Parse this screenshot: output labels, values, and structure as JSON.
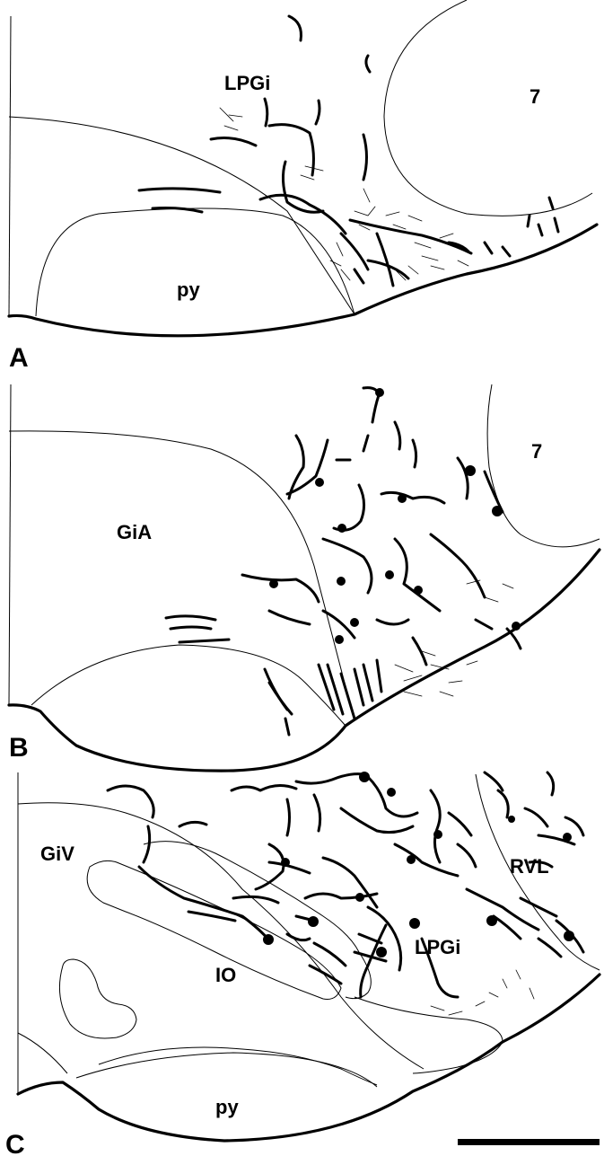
{
  "panels": [
    {
      "letter": "A",
      "labels": {
        "lpgi": "LPGi",
        "facial": "7",
        "pyramid": "py"
      }
    },
    {
      "letter": "B",
      "labels": {
        "gia": "GiA",
        "facial": "7"
      }
    },
    {
      "letter": "C",
      "labels": {
        "giv": "GiV",
        "rvl": "RVL",
        "lpgi": "LPGi",
        "io": "IO",
        "pyramid": "py"
      }
    }
  ],
  "scale_bar": {
    "unit_label": ""
  }
}
